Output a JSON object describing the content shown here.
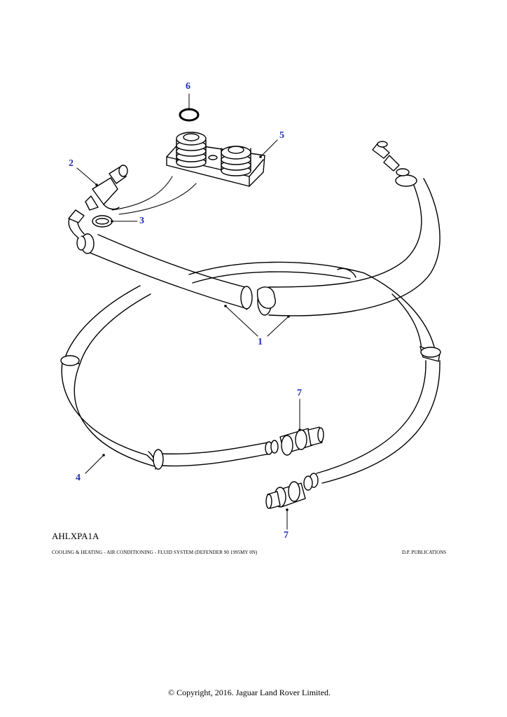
{
  "callouts": {
    "c1": "1",
    "c2": "2",
    "c3": "3",
    "c4": "4",
    "c5": "5",
    "c6": "6",
    "c7a": "7",
    "c7b": "7"
  },
  "footer": {
    "code": "AHLXPA1A",
    "caption": "COOLING & HEATING - AIR CONDITIONING - FLUID SYSTEM (DEFENDER 90 1995MY 0N)",
    "publisher": "D.P. PUBLICATIONS",
    "copyright": "© Copyright, 2016. Jaguar Land Rover Limited."
  },
  "colors": {
    "callout": "#1f2fb8",
    "line": "#000000"
  }
}
